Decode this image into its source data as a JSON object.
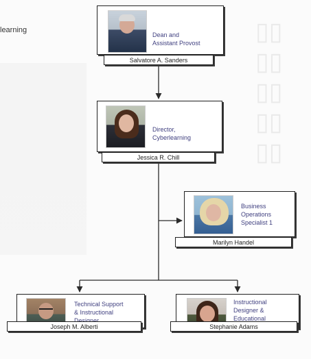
{
  "edge_text": "learning",
  "nodes": {
    "sanders": {
      "title": "Dean and\nAssistant Provost",
      "name": "Salvatore A. Sanders"
    },
    "chill": {
      "title": "Director,\nCyberlearning",
      "name": "Jessica R. Chill"
    },
    "handel": {
      "title": "Business\nOperations\nSpecialist 1",
      "name": "Marilyn Handel"
    },
    "alberti": {
      "title": "Technical Support\n& Instructional\nDesigner",
      "name": "Joseph M. Alberti"
    },
    "adams": {
      "title": "Instructional\nDesigner &\nEducational\nTechnologist",
      "name": "Stephanie Adams"
    }
  },
  "colors": {
    "title_text": "#3f3f7f",
    "border": "#202020",
    "connector": "#2a2a2a"
  }
}
